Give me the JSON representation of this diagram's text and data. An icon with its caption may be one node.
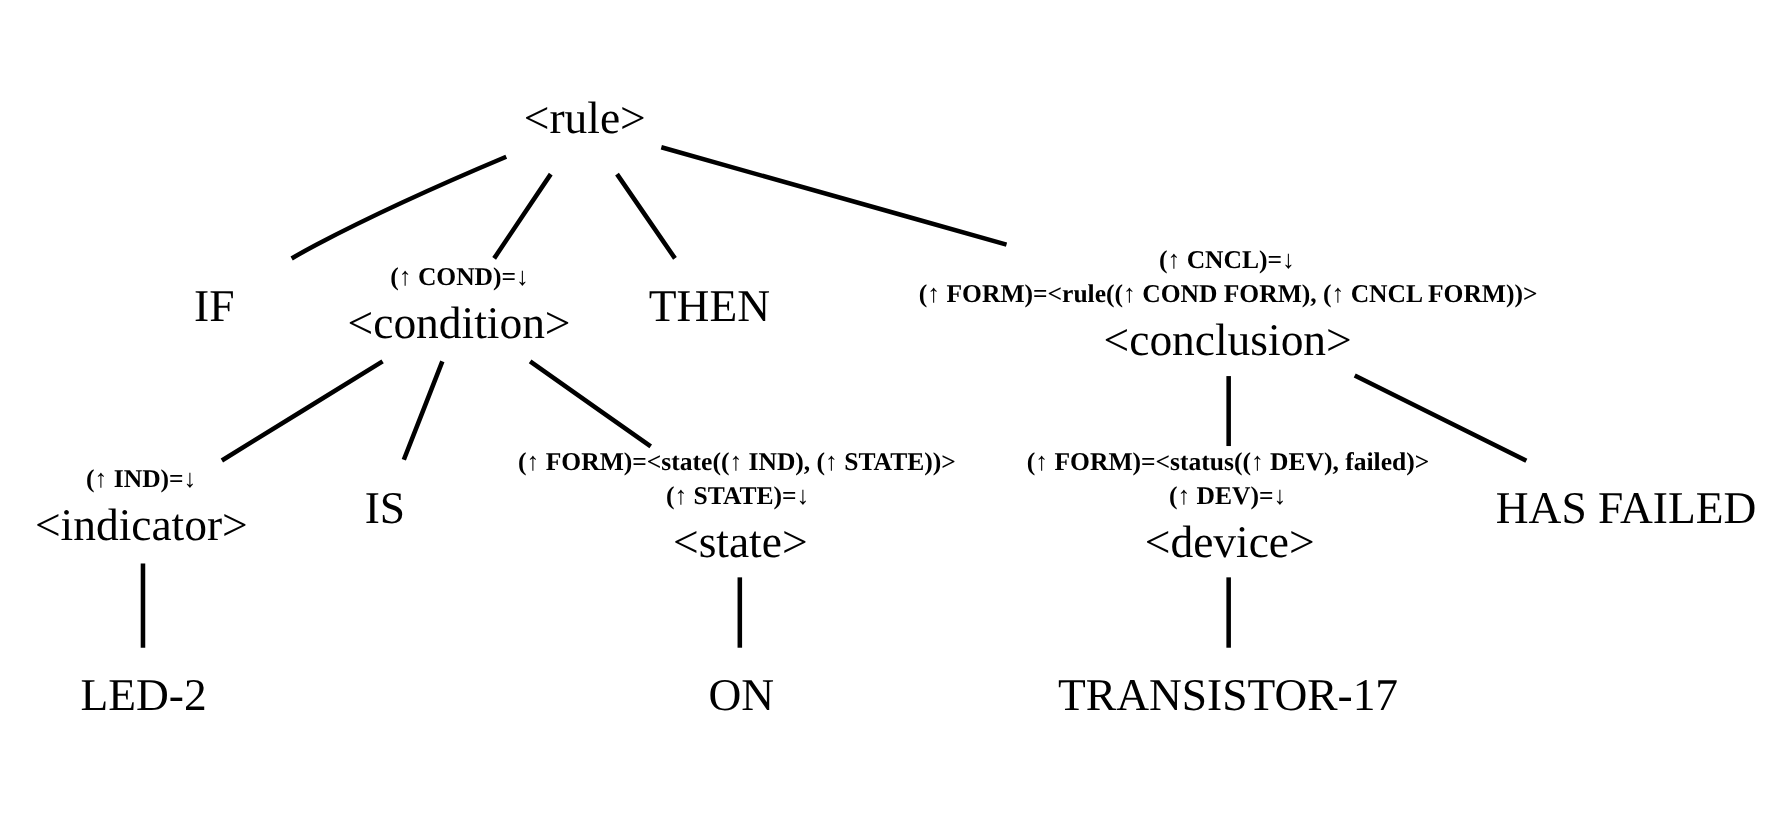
{
  "diagram": {
    "nodes": [
      {
        "text": [
          "<rule>"
        ]
      },
      {
        "text": [
          "IF"
        ]
      },
      {
        "text": [
          "(↑ COND)=↓",
          "<condition>"
        ]
      },
      {
        "text": [
          "THEN"
        ]
      },
      {
        "text": [
          "(↑ CNCL)=↓",
          "(↑ FORM)=<rule((↑ COND FORM), (↑ CNCL FORM))>",
          "<conclusion>"
        ]
      },
      {
        "text": [
          "(↑ IND)=↓",
          "<indicator>"
        ]
      },
      {
        "text": [
          "IS"
        ]
      },
      {
        "text": [
          "(↑ FORM)=<state((↑ IND), (↑ STATE))>",
          "(↑ STATE)=↓",
          "<state>"
        ]
      },
      {
        "text": [
          "(↑ FORM)=<status((↑ DEV), failed)>",
          "(↑ DEV)=↓",
          "<device>"
        ]
      },
      {
        "text": [
          "HAS FAILED"
        ]
      },
      {
        "text": [
          "LED-2"
        ]
      },
      {
        "text": [
          "ON"
        ]
      },
      {
        "text": [
          "TRANSISTOR-17"
        ]
      }
    ],
    "edges": [
      {
        "from": 0,
        "to": 1,
        "arrow": "none"
      },
      {
        "from": 0,
        "to": 2,
        "arrow": "none"
      },
      {
        "from": 0,
        "to": 3,
        "arrow": "none"
      },
      {
        "from": 0,
        "to": 4,
        "arrow": "none"
      },
      {
        "from": 2,
        "to": 5,
        "arrow": "none"
      },
      {
        "from": 2,
        "to": 6,
        "arrow": "none"
      },
      {
        "from": 2,
        "to": 7,
        "arrow": "none"
      },
      {
        "from": 4,
        "to": 8,
        "arrow": "none"
      },
      {
        "from": 4,
        "to": 9,
        "arrow": "none"
      },
      {
        "from": 5,
        "to": 10,
        "arrow": "none"
      },
      {
        "from": 7,
        "to": 11,
        "arrow": "none"
      },
      {
        "from": 8,
        "to": 12,
        "arrow": "none"
      }
    ]
  }
}
